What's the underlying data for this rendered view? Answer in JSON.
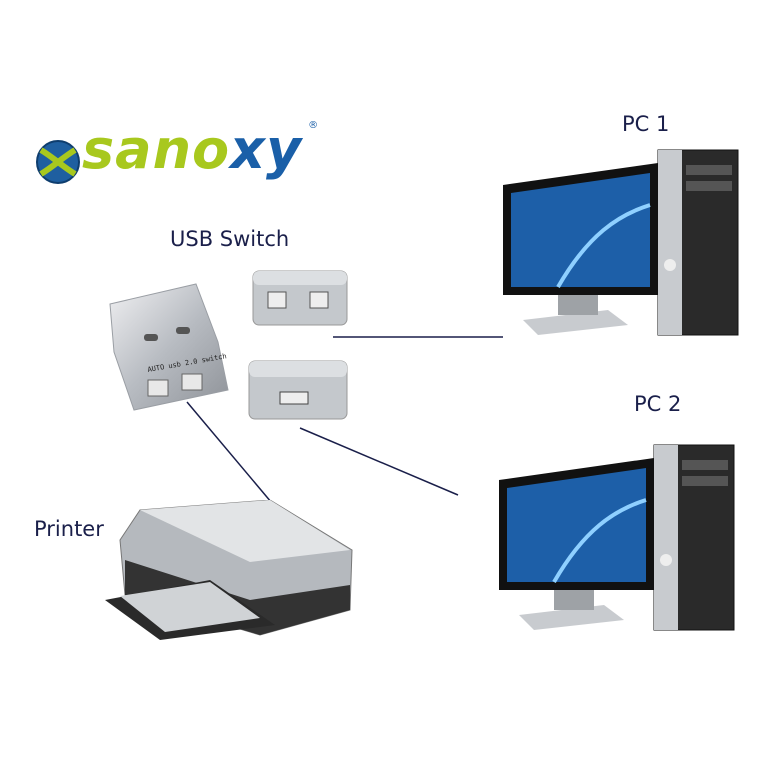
{
  "logo": {
    "brand_part1": "sano",
    "brand_part2": "xy",
    "registered": "®"
  },
  "labels": {
    "usb_switch": "USB Switch",
    "pc1": "PC 1",
    "pc2": "PC 2",
    "printer": "Printer"
  },
  "device": {
    "switch_print": "AUTO usb 2.0 switch"
  },
  "colors": {
    "label": "#1a1f4a",
    "line": "#1a1f4a",
    "logo_green": "#a8c81e",
    "logo_blue": "#1a5fa8"
  }
}
